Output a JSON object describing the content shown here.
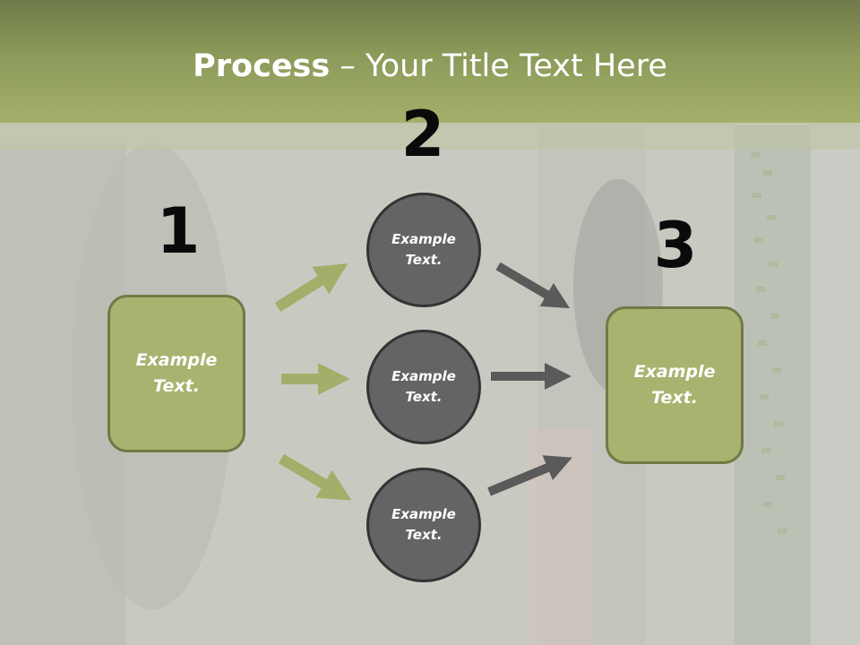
{
  "slide": {
    "title_bold": "Process",
    "title_rest": " – Your Title Text Here"
  },
  "steps": {
    "one": {
      "number": "1",
      "label": "Example\nText."
    },
    "two": {
      "number": "2"
    },
    "three": {
      "number": "3",
      "label": "Example\nText."
    }
  },
  "circles": [
    {
      "label": "Example\nText."
    },
    {
      "label": "Example\nText."
    },
    {
      "label": "Example\nText."
    }
  ],
  "colors": {
    "accent_green": "#a9b26f",
    "green_border": "#6f7a44",
    "circle_gray": "#646464",
    "arrow_gray": "#5a5a5a",
    "arrow_green": "#a4ad6a"
  }
}
